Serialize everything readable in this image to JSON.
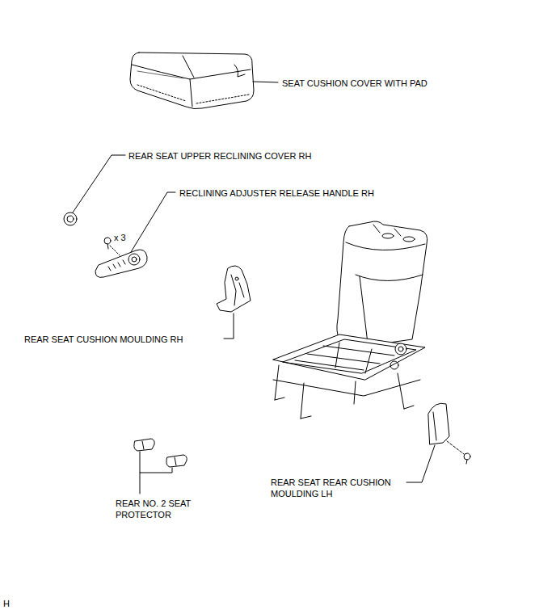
{
  "diagram": {
    "labels": [
      "SEAT CUSHION COVER WITH PAD",
      "REAR SEAT UPPER RECLINING COVER RH",
      "RECLINING ADJUSTER RELEASE HANDLE RH",
      "x 3",
      "REAR SEAT CUSHION MOULDING RH",
      "REAR NO. 2 SEAT PROTECTOR",
      "REAR SEAT REAR CUSHION MOULDING LH",
      "H"
    ]
  }
}
